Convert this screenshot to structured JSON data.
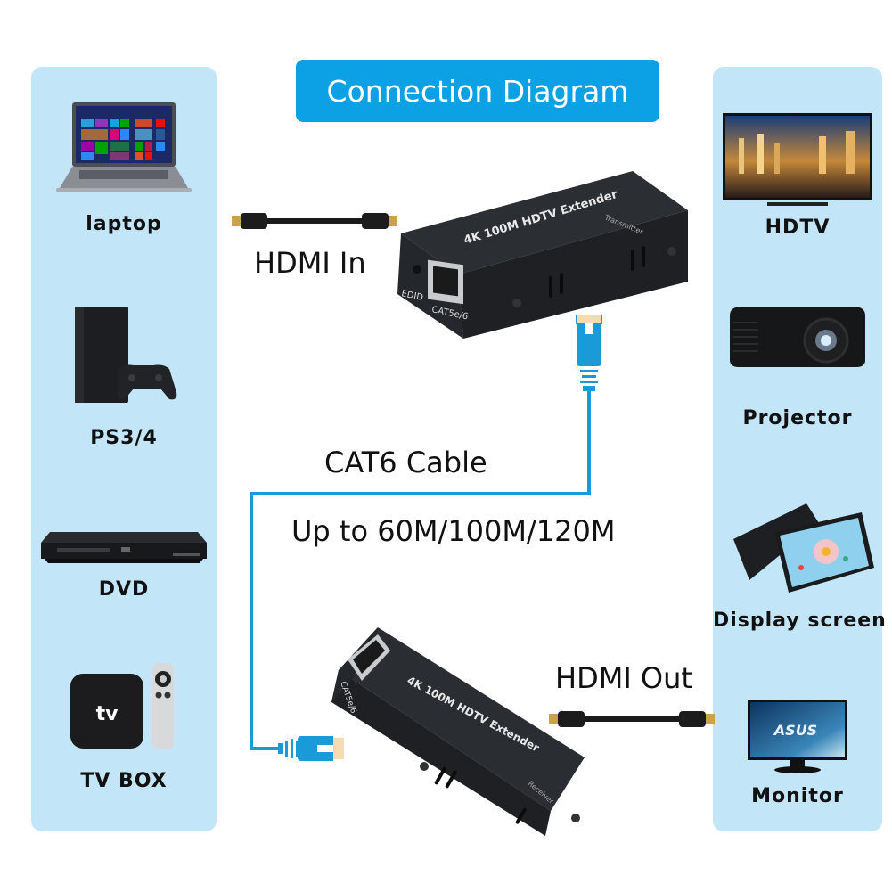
{
  "title": "Connection Diagram",
  "colors": {
    "title_bg": "#0ba1e4",
    "panel_bg": "#c2e6f8",
    "cable": "#1a9ad6",
    "device_body": "#1f2226"
  },
  "sources": {
    "items": [
      {
        "label": "laptop",
        "icon": "laptop-icon"
      },
      {
        "label": "PS3/4",
        "icon": "game-console-icon"
      },
      {
        "label": "DVD",
        "icon": "dvd-player-icon"
      },
      {
        "label": "TV BOX",
        "icon": "tv-box-icon",
        "badge": "tv"
      }
    ]
  },
  "displays": {
    "items": [
      {
        "label": "HDTV",
        "icon": "hdtv-icon"
      },
      {
        "label": "Projector",
        "icon": "projector-icon"
      },
      {
        "label": "Display screen",
        "icon": "tablet-icon"
      },
      {
        "label": "Monitor",
        "icon": "monitor-icon",
        "brand": "ASUS"
      }
    ]
  },
  "transmitter": {
    "name": "4K 100M HDTV Extender",
    "role": "Transmitter",
    "port_label": "CAT5e/6",
    "button_label": "EDID"
  },
  "receiver": {
    "name": "4K 100M HDTV Extender",
    "role": "Receiver",
    "port_label": "CAT5e/6"
  },
  "labels": {
    "hdmi_in": "HDMI In",
    "hdmi_out": "HDMI Out",
    "cable_type": "CAT6 Cable",
    "distance": "Up to 60M/100M/120M"
  }
}
